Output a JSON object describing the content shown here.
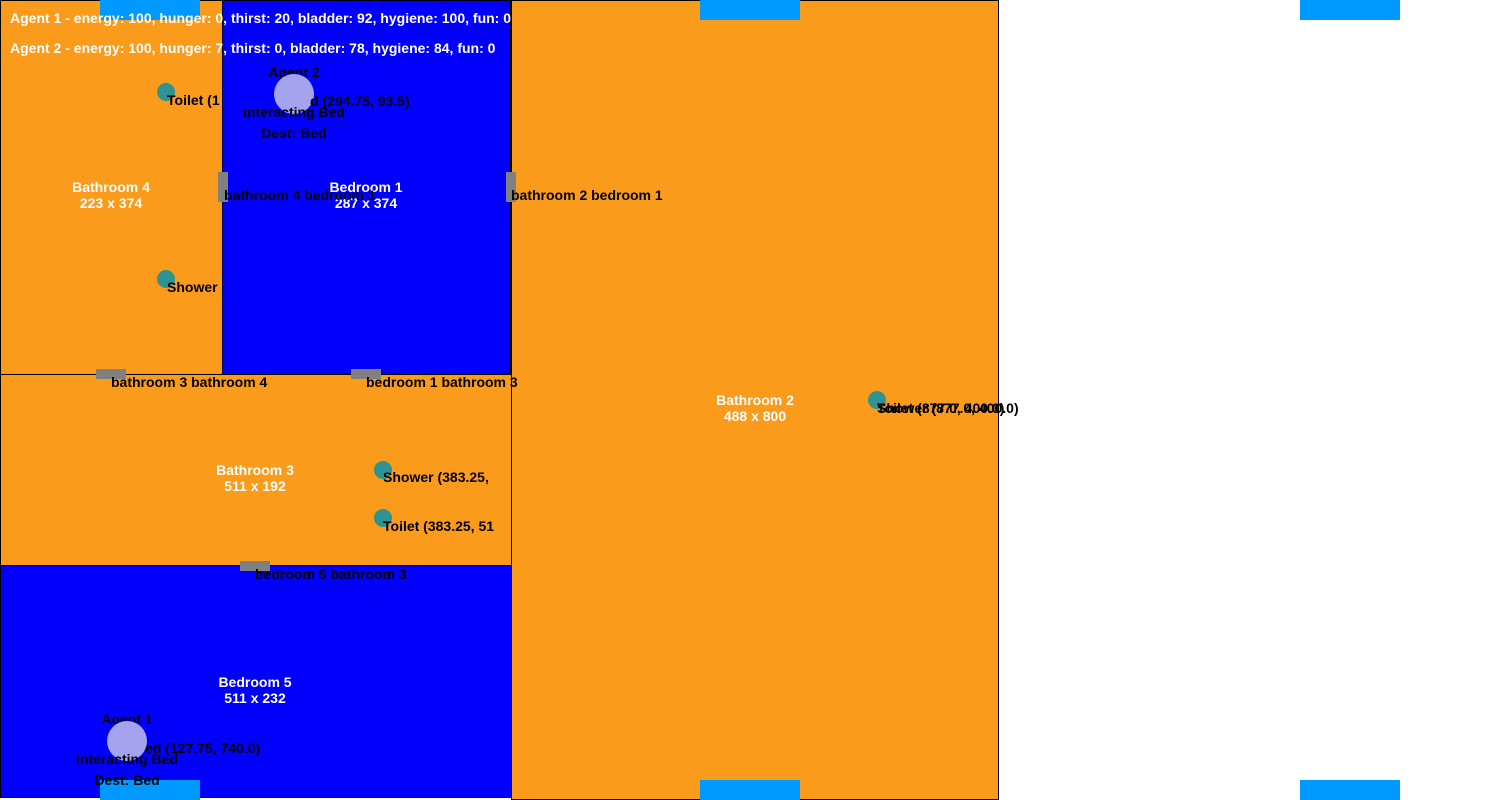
{
  "rooms": {
    "bathroom4": {
      "name": "Bathroom 4",
      "size": "223 x 374"
    },
    "bedroom1": {
      "name": "Bedroom 1",
      "size": "287 x 374"
    },
    "bathroom2": {
      "name": "Bathroom 2",
      "size": "488 x 800"
    },
    "bathroom3": {
      "name": "Bathroom 3",
      "size": "511 x 192"
    },
    "bedroom5": {
      "name": "Bedroom 5",
      "size": "511 x 232"
    }
  },
  "doors": {
    "bathroom4_bedroom1": "bathroom 4 bedroom 1",
    "bathroom2_bedroom1": "bathroom 2 bedroom 1",
    "bathroom3_bathroom4": "bathroom 3 bathroom 4",
    "bedroom1_bathroom3": "bedroom 1 bathroom 3",
    "bedroom5_bathroom3": "bedroom 5 bathroom 3"
  },
  "objects": {
    "bathroom4_toilet": "Toilet (1",
    "bathroom4_shower": "Shower",
    "bedroom1_bed": "d (294.75, 93.5)",
    "bathroom2_shower": "Shower (877.0, 400.0)",
    "bathroom2_toilet": "Toilet (877.0, 400.0)",
    "bathroom3_shower": "Shower (383.25,",
    "bathroom3_toilet": "Toilet (383.25, 51",
    "bedroom5_bed": "ed (127.75, 740.0)"
  },
  "agents": [
    {
      "name": "Agent 1",
      "status": "interacting Bed",
      "dest": "Dest: Bed"
    },
    {
      "name": "Agent 2",
      "status": "interacting Bed",
      "dest": "Dest: Bed"
    }
  ],
  "stats": {
    "agent1": "Agent 1 - energy: 100, hunger: 0, thirst: 20, bladder: 92, hygiene: 100, fun: 0",
    "agent2": "Agent 2 - energy: 100, hunger: 7, thirst: 0, bladder: 78, hygiene: 84, fun: 0"
  },
  "colors": {
    "bathroom": "#fb9b1b",
    "bedroom": "#0000fb",
    "window": "#0099ff",
    "door": "#808080",
    "object": "#2e9393",
    "agent": "#a3a3ee"
  }
}
